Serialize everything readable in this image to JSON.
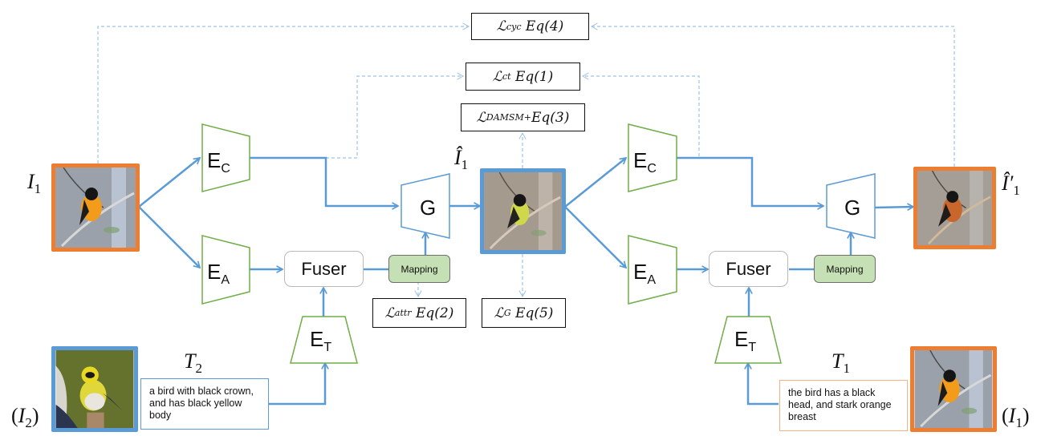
{
  "colors": {
    "flow": "#5b9bd5",
    "dashed": "#9dc3e6",
    "encoder": "#70ad47",
    "generator": "#5b9bd5",
    "source_frame": "#ed7d31",
    "target_frame": "#5b9bd5",
    "mapping_fill": "#c5e0b4",
    "fuser_border": "#b9b9b9"
  },
  "losses": {
    "cyc": {
      "symbol": "ℒ",
      "sub": "cyc",
      "eq": "Eq(4)"
    },
    "ct": {
      "symbol": "ℒ",
      "sub": "ct",
      "eq": "Eq(1)"
    },
    "damsm": {
      "symbol": "ℒ",
      "sub": "DAMSM",
      "plus": "+",
      "eq": "Eq(3)"
    },
    "attr": {
      "symbol": "ℒ",
      "sub": "attr",
      "eq": "Eq(2)"
    },
    "g": {
      "symbol": "ℒ",
      "sub": "G",
      "eq": "Eq(5)"
    }
  },
  "labels": {
    "i1": {
      "main": "I",
      "sub": "1"
    },
    "i1_hat": {
      "main": "Î",
      "sub": "1"
    },
    "i1_hat_prime": {
      "main": "Î′",
      "sub": "1"
    },
    "t2": {
      "main": "T",
      "sub": "2"
    },
    "t1": {
      "main": "T",
      "sub": "1"
    },
    "i2_paren": {
      "open": "(",
      "main": "I",
      "sub": "2",
      "close": ")"
    },
    "i1_paren": {
      "open": "(",
      "main": "I",
      "sub": "1",
      "close": ")"
    }
  },
  "modules": {
    "ec": {
      "main": "E",
      "sub": "C"
    },
    "ea": {
      "main": "E",
      "sub": "A"
    },
    "et": {
      "main": "E",
      "sub": "T"
    },
    "g": {
      "main": "G"
    },
    "fuser": "Fuser",
    "mapping": "Mapping"
  },
  "texts": {
    "t2": "a bird  with  black crown, and has black yellow body",
    "t1": "the bird has a black head, and stark orange breast"
  },
  "images": {
    "i1_input": "orange oriole on branch",
    "i1_hat": "yellow-black bird (edited) on branch",
    "i1_hat_prime": "reconstructed orange oriole",
    "i2_reference": "yellow warbler on stump",
    "i1_reference": "orange oriole on branch"
  }
}
